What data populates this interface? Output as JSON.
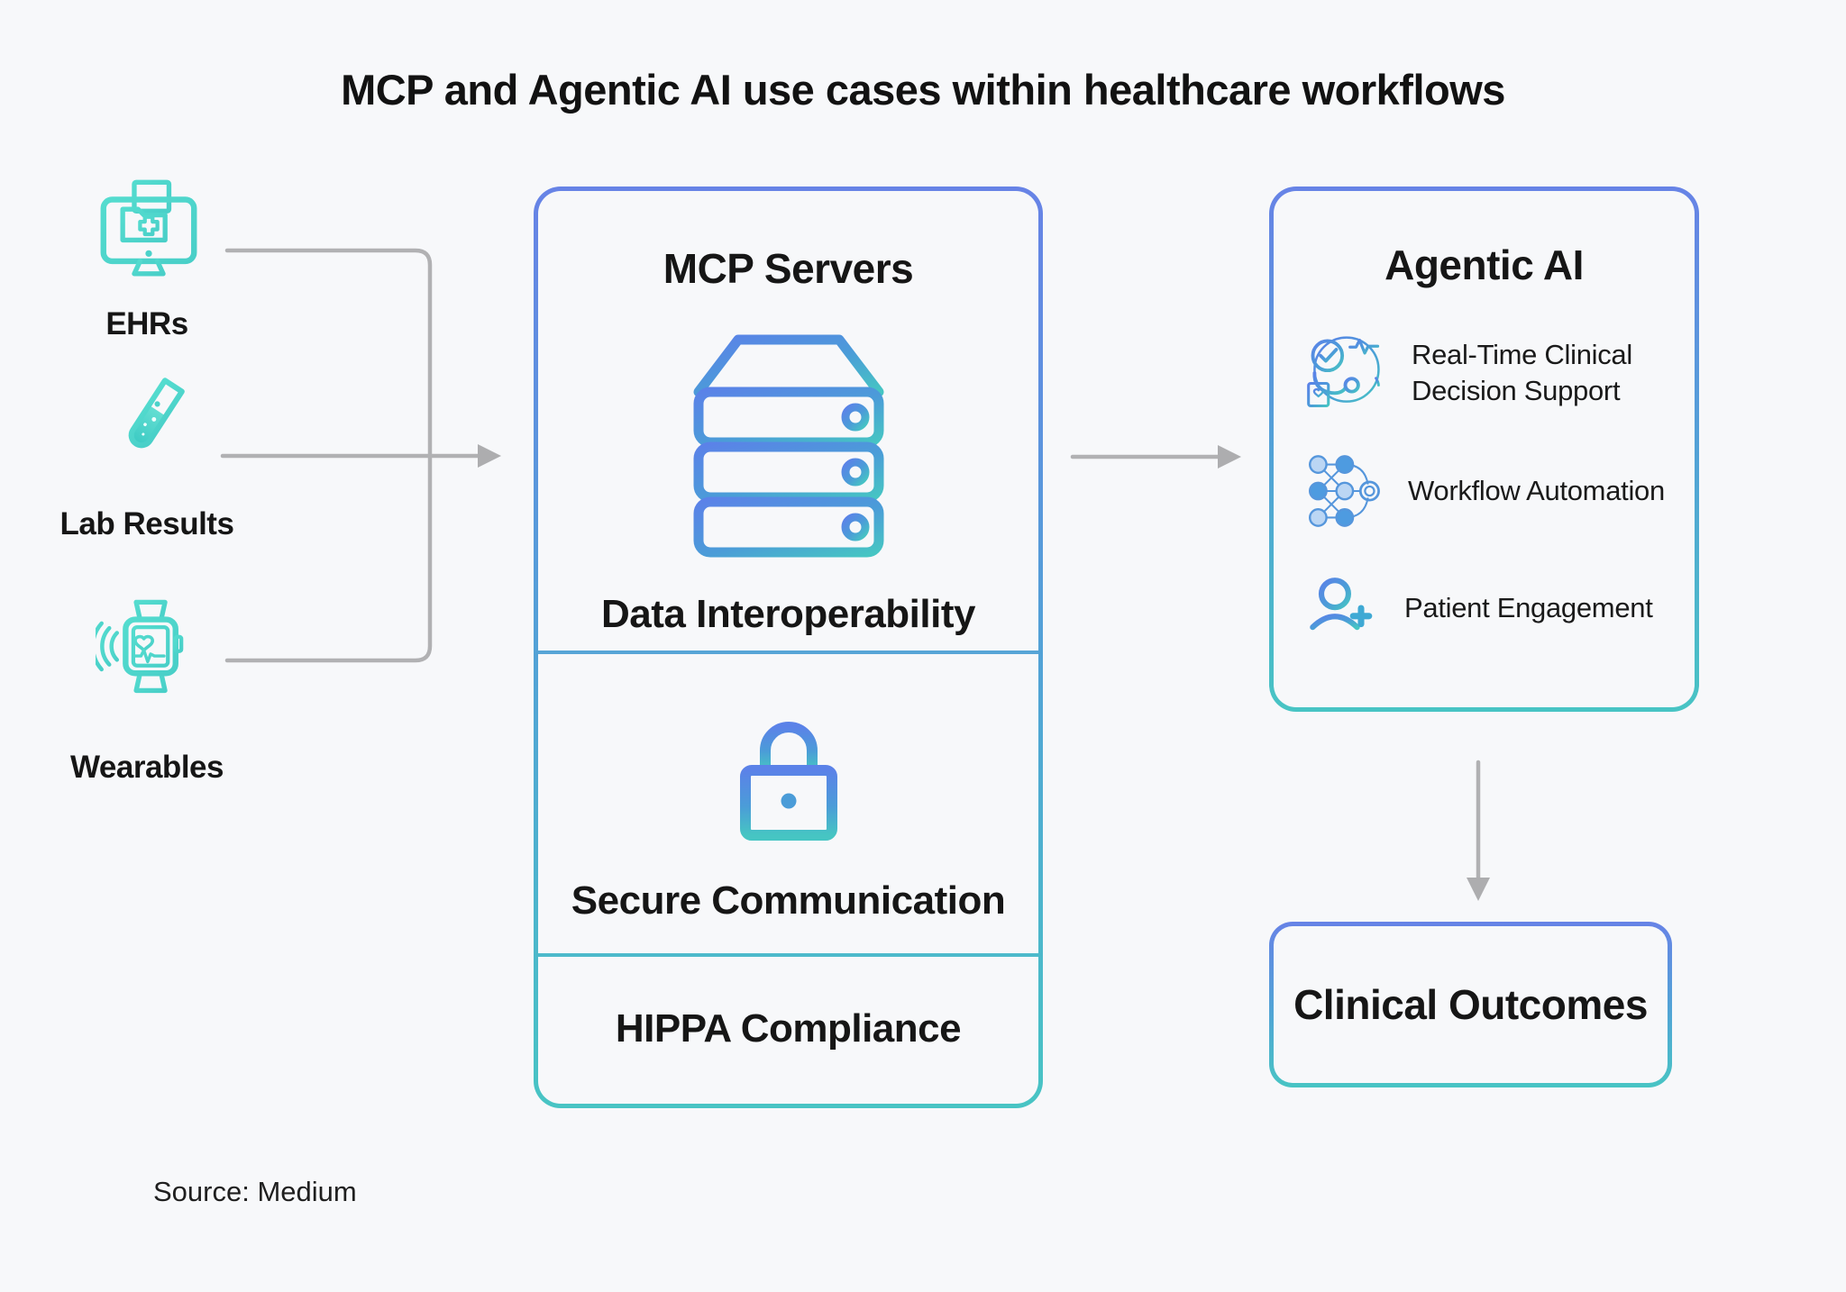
{
  "title": "MCP and Agentic AI use cases within healthcare workflows",
  "source": "Source: Medium",
  "inputs": [
    {
      "label": "EHRs",
      "icon": "ehr-monitor-icon"
    },
    {
      "label": "Lab Results",
      "icon": "test-tube-icon"
    },
    {
      "label": "Wearables",
      "icon": "smartwatch-icon"
    }
  ],
  "mcp": {
    "title": "MCP Servers",
    "icon": "server-stack-icon",
    "sections": [
      "Data Interoperability",
      "Secure Communication",
      "HIPPA Compliance"
    ]
  },
  "agentic": {
    "title": "Agentic AI",
    "items": [
      {
        "label": "Real-Time Clinical Decision Support",
        "icon": "clinical-decision-icon"
      },
      {
        "label": "Workflow Automation",
        "icon": "neural-network-icon"
      },
      {
        "label": "Patient Engagement",
        "icon": "patient-engagement-icon"
      }
    ]
  },
  "outcomes": {
    "title": "Clinical Outcomes"
  },
  "colors": {
    "background": "#f7f8fa",
    "text": "#161616",
    "gradient_blue": "#6783e6",
    "gradient_teal": "#48c4c4",
    "icon_teal_light": "#7ae2d8",
    "icon_teal_dark": "#3fd0c6",
    "connector_gray": "#b1b1b3",
    "divider_upper": "#57a5d7",
    "divider_lower": "#4dbacb"
  }
}
